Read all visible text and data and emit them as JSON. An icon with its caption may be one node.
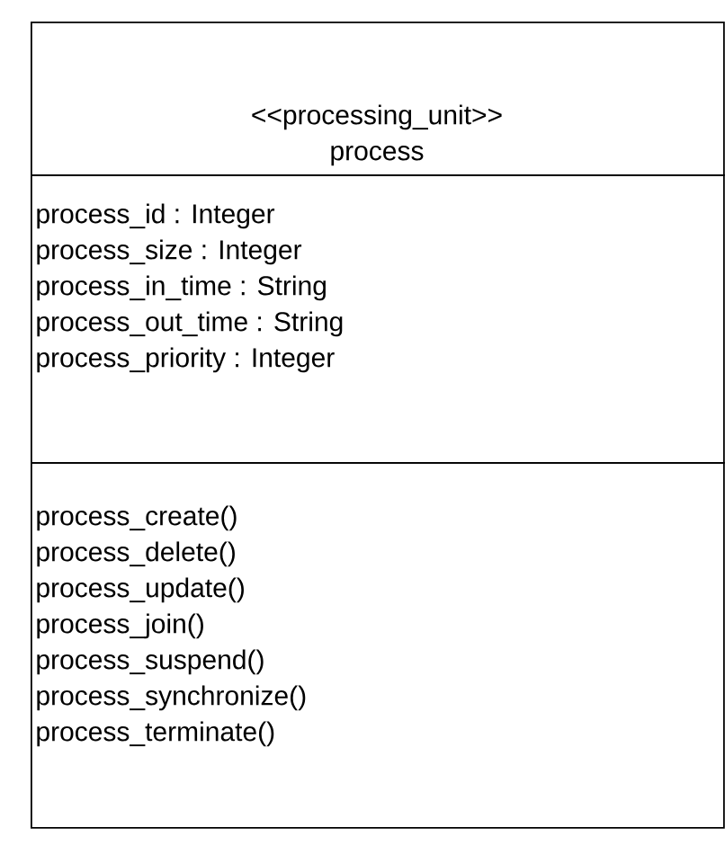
{
  "diagram": {
    "nodes": [
      {
        "text": [
          "<<processing_unit>>",
          "process"
        ]
      },
      {
        "text": [
          "process_id : Integer",
          "process_size : Integer",
          "process_in_time : String",
          "process_out_time : String",
          "process_priority : Integer"
        ]
      },
      {
        "text": [
          "process_create()",
          "process_delete()",
          "process_update()",
          "process_join()",
          "process_suspend()",
          "process_synchronize()",
          "process_terminate()"
        ]
      }
    ]
  }
}
